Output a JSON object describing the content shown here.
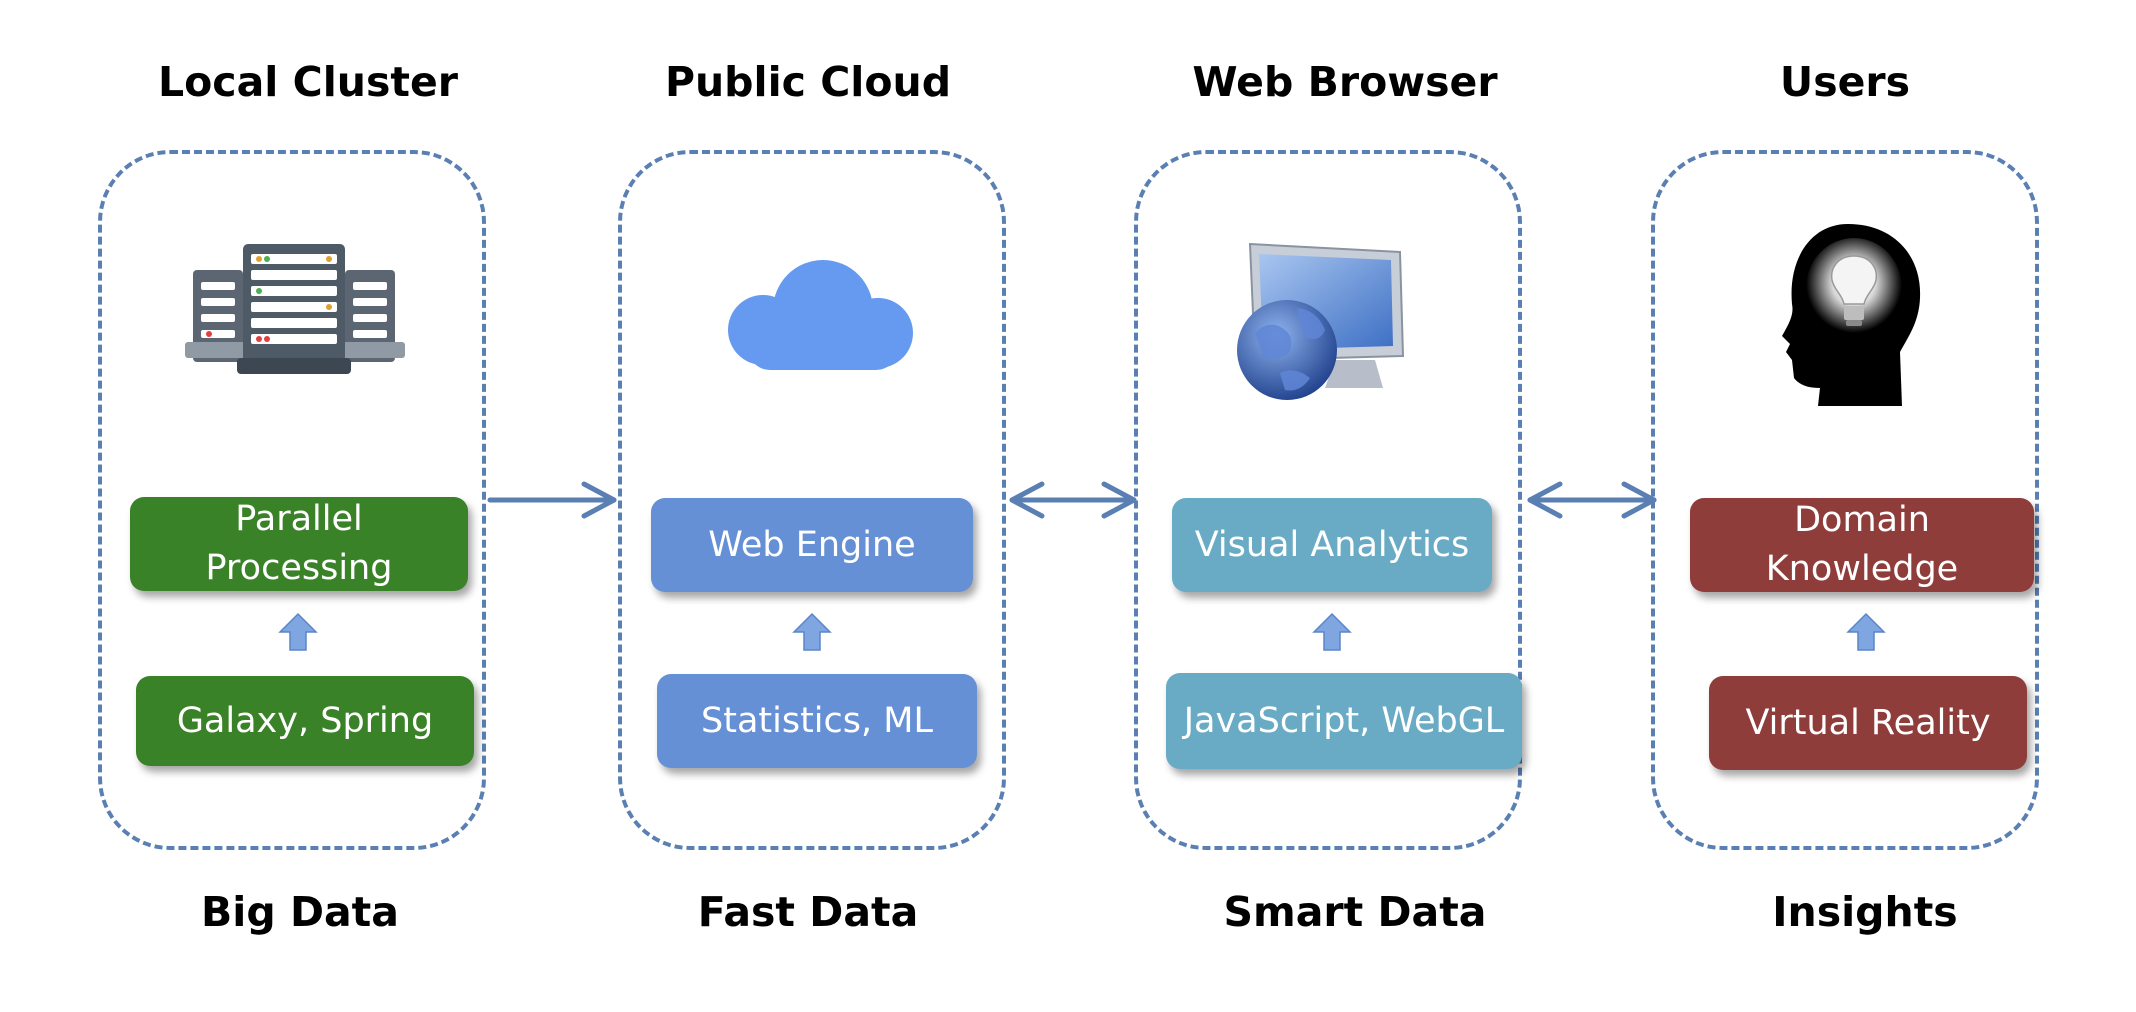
{
  "columns": [
    {
      "title": "Local Cluster",
      "footer": "Big Data",
      "icon": "server-rack-icon",
      "top_box": "Parallel Processing",
      "bottom_box": "Galaxy, Spring",
      "color": "#3a8227"
    },
    {
      "title": "Public Cloud",
      "footer": "Fast Data",
      "icon": "cloud-icon",
      "top_box": "Web Engine",
      "bottom_box": "Statistics, ML",
      "color": "#6690d6"
    },
    {
      "title": "Web Browser",
      "footer": "Smart Data",
      "icon": "globe-monitor-icon",
      "top_box": "Visual Analytics",
      "bottom_box": "JavaScript, WebGL",
      "color": "#69abc5"
    },
    {
      "title": "Users",
      "footer": "Insights",
      "icon": "head-lightbulb-icon",
      "top_box": "Domain Knowledge",
      "bottom_box": "Virtual Reality",
      "color": "#8e3d3b"
    }
  ],
  "connectors": [
    {
      "from": "Local Cluster",
      "to": "Public Cloud",
      "direction": "forward"
    },
    {
      "from": "Public Cloud",
      "to": "Web Browser",
      "direction": "bidirectional"
    },
    {
      "from": "Web Browser",
      "to": "Users",
      "direction": "bidirectional"
    }
  ],
  "colors": {
    "panel_border": "#5a7fb3",
    "connector": "#5a7fb3",
    "up_arrow": "#7fa6e0"
  }
}
